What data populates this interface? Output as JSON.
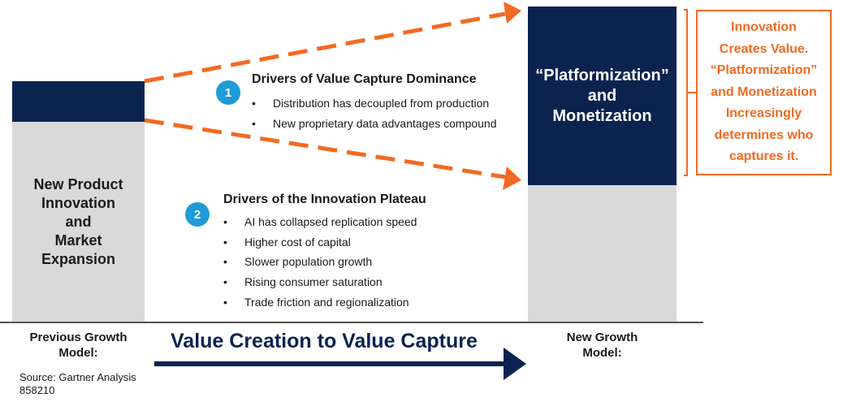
{
  "previous_model": {
    "bar_label_lines": [
      "New Product",
      "Innovation",
      "and",
      "Market",
      "Expansion"
    ],
    "axis_label_lines": [
      "Previous Growth",
      "Model:"
    ]
  },
  "new_model": {
    "bar_label_lines": [
      "“Platformization”",
      "and",
      "Monetization"
    ],
    "axis_label_lines": [
      "New Growth",
      "Model:"
    ]
  },
  "callout": {
    "lines": [
      "Innovation",
      "Creates Value.",
      "“Platformization”",
      "and Monetization",
      "Increasingly",
      "determines who",
      "captures it."
    ]
  },
  "drivers": [
    {
      "number": "1",
      "title": "Drivers of Value Capture Dominance",
      "items": [
        "Distribution has decoupled from production",
        "New proprietary data advantages compound"
      ]
    },
    {
      "number": "2",
      "title": "Drivers of the Innovation Plateau",
      "items": [
        "AI has collapsed replication speed",
        "Higher cost of capital",
        "Slower population growth",
        "Rising consumer saturation",
        "Trade friction and regionalization"
      ]
    }
  ],
  "arrow_label": "Value Creation to Value Capture",
  "source_lines": [
    "Source: Gartner Analysis",
    "858210"
  ],
  "colors": {
    "navy": "#0c2350",
    "gray": "#d9d9d9",
    "orange": "#f26a22",
    "badge_blue": "#1f9bd7"
  }
}
